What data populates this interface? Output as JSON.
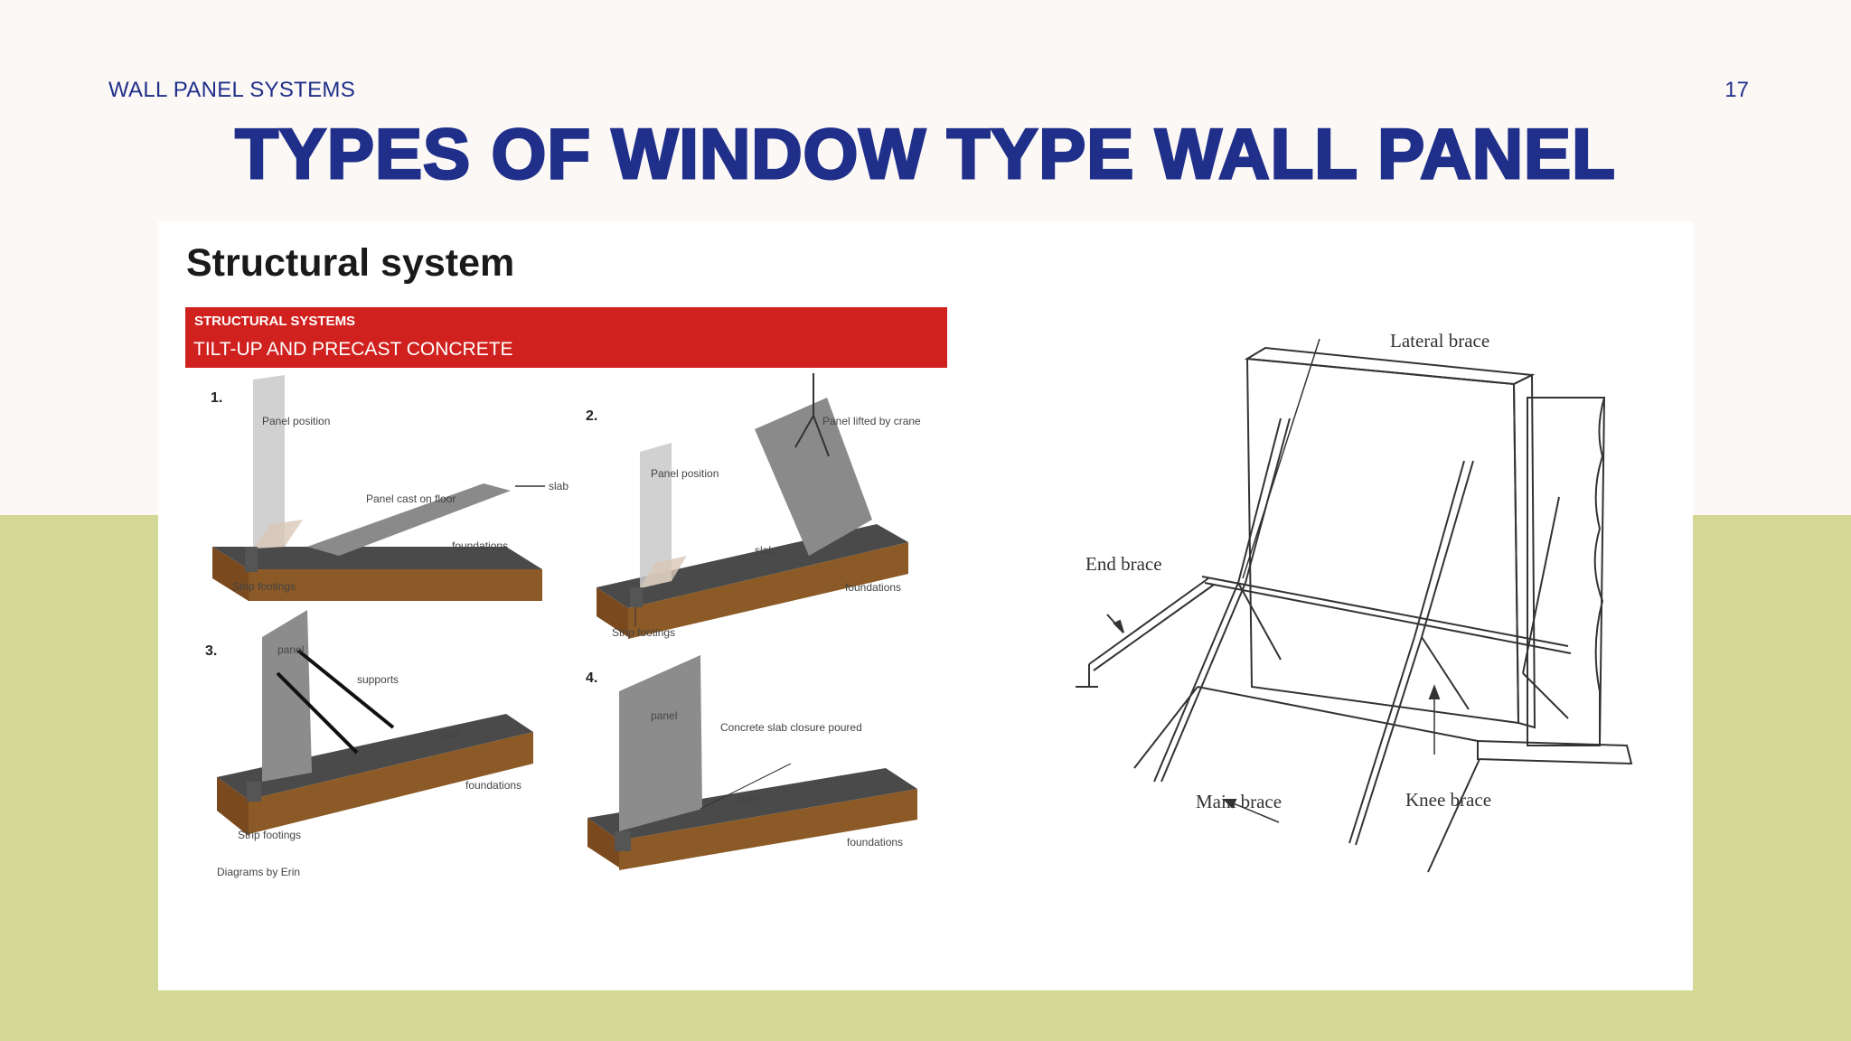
{
  "header": {
    "section_label": "WALL PANEL SYSTEMS",
    "page_number": "17"
  },
  "title": "TYPES OF WINDOW TYPE WALL PANEL",
  "figure_left": {
    "heading": "Structural system",
    "banner_small": "STRUCTURAL SYSTEMS",
    "banner_big": "TILT-UP AND PRECAST CONCRETE",
    "steps": [
      {
        "number": "1.",
        "labels": {
          "panel_position": "Panel position",
          "panel_cast": "Panel cast on floor",
          "slab": "slab",
          "foundations": "foundations",
          "strip_footings": "Strip footings"
        }
      },
      {
        "number": "2.",
        "labels": {
          "panel_position": "Panel position",
          "lifted": "Panel lifted by crane",
          "slab": "slab",
          "foundations": "foundations",
          "strip_footings": "Strip footings"
        }
      },
      {
        "number": "3.",
        "labels": {
          "panel": "panel",
          "supports": "supports",
          "slab": "slab",
          "foundations": "foundations",
          "strip_footings": "Strip footings"
        }
      },
      {
        "number": "4.",
        "labels": {
          "panel": "panel",
          "closure": "Concrete slab closure poured",
          "slab": "slab",
          "foundations": "foundations"
        }
      }
    ],
    "credit": "Diagrams by Erin"
  },
  "figure_right": {
    "labels": {
      "lateral": "Lateral brace",
      "end": "End brace",
      "main": "Main brace",
      "knee": "Knee brace"
    }
  },
  "colors": {
    "title": "#1f2f8a",
    "band": "#d3d894",
    "banner": "#d0211e",
    "background": "#fcf8f5"
  }
}
